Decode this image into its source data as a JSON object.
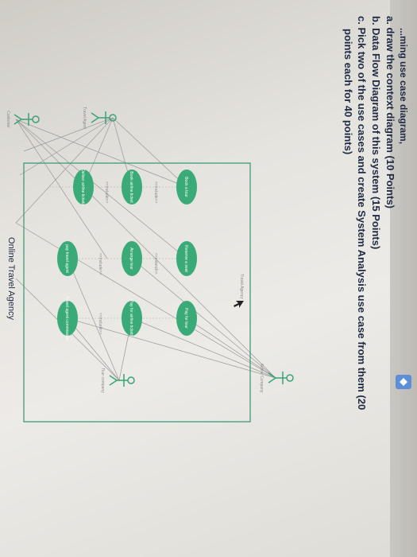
{
  "instructions": {
    "line_top": "...ming use case diagram,",
    "a": "a.  draw the context diagram (10 Points)",
    "b": "b.  Data Flow Diagram of this system (15 Points)",
    "c1": "c.  Pick two of the use cases and create System Analysis use case from them (20",
    "c2": "points each for 40 points)"
  },
  "diagram": {
    "system_label": "Travel Agency",
    "caption": "Online Travel Agency",
    "actors": [
      {
        "id": "actor-left-top",
        "label": "Travel Agent"
      },
      {
        "id": "actor-left-bottom",
        "label": "Customer"
      },
      {
        "id": "actor-right-top",
        "label": "Airline Company"
      },
      {
        "id": "actor-right-bottom",
        "label": "Tour company"
      }
    ],
    "use_cases": [
      {
        "id": "uc-book-tour",
        "label": "Book a tour"
      },
      {
        "id": "uc-reserve-seat",
        "label": "Reserve a seat"
      },
      {
        "id": "uc-pay-for-tour",
        "label": "Pay for tour"
      },
      {
        "id": "uc-book-airline",
        "label": "Book airline ticket"
      },
      {
        "id": "uc-arrange-tour",
        "label": "Arrange tour"
      },
      {
        "id": "uc-pay-airline",
        "label": "Pay for airline tickets"
      },
      {
        "id": "uc-deliver-airline",
        "label": "Deliver airline tickets"
      },
      {
        "id": "uc-pay-agent",
        "label": "pay travel agent"
      },
      {
        "id": "uc-agent-commission",
        "label": "Travel agent commission"
      }
    ],
    "relation_labels": [
      "<<include>>",
      "<<extend>>",
      "<<include>>",
      "<<include>>",
      "<<include>>"
    ]
  },
  "colors": {
    "ellipse": "#3aaa78",
    "boundary": "#3f9c7a",
    "actor": "#3aa374",
    "text": "#1f2a44"
  }
}
